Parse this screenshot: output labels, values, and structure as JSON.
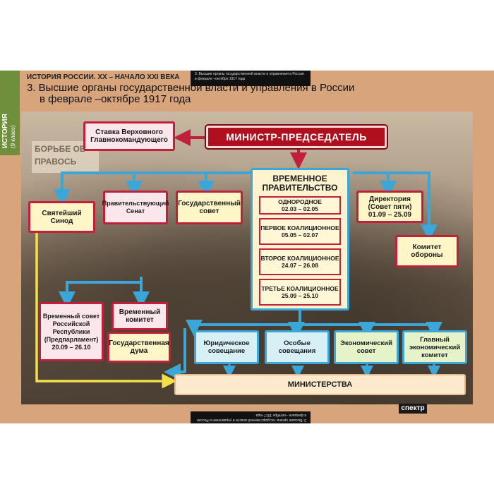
{
  "sidebar": {
    "subject": "ИСТОРИЯ",
    "grade": "(9 класс)"
  },
  "header": {
    "series": "ИСТОРИЯ РОССИИ. XX – НАЧАЛО XXI ВЕКА"
  },
  "title": {
    "line1": "3. Высшие органы государственной власти и управления в России",
    "line2": "в феврале –октябре 1917 года"
  },
  "tag": {
    "text": "3. Высшие органы государственной власти и управления в России в феврале –октябре 1917 года"
  },
  "photo": {
    "sign_text": "БОРЬБЕ ОБ ПРАВОСЬ"
  },
  "diagram": {
    "stavka": "Ставка Верховного Главнокомандующего",
    "minister": "МИНИСТР-ПРЕДСЕДАТЕЛЬ",
    "gov_title": "ВРЕМЕННОЕ ПРАВИТЕЛЬСТВО",
    "periods": [
      {
        "name": "ОДНОРОДНОЕ",
        "dates": "02.03 – 02.05"
      },
      {
        "name": "ПЕРВОЕ КОАЛИЦИОННОЕ",
        "dates": "05.05 – 02.07"
      },
      {
        "name": "ВТОРОЕ КОАЛИЦИОННОЕ",
        "dates": "24.07 – 26.08"
      },
      {
        "name": "ТРЕТЬЕ КОАЛИЦИОННОЕ",
        "dates": "25.09 – 25.10"
      }
    ],
    "sinod": "Святейший Синод",
    "senat": "Правительствующий Сенат",
    "gossovet": "Государственный совет",
    "directoria": "Директория (Совет пяти) 01.09 – 25.09",
    "komitet_oborony": "Комитет обороны",
    "vrem_sovet": "Временный совет Российской Республики (Предпарламент) 20.09 – 26.10",
    "vrem_komitet": "Временный комитет",
    "gosduma": "Государственная дума",
    "yurid": "Юридическое совещание",
    "osobye": "Особые совещания",
    "ekonom": "Экономический совет",
    "glavnyi": "Главный экономический комитет",
    "ministerstva": "МИНИСТЕРСТВА"
  },
  "footer": {
    "logo": "спектр"
  }
}
